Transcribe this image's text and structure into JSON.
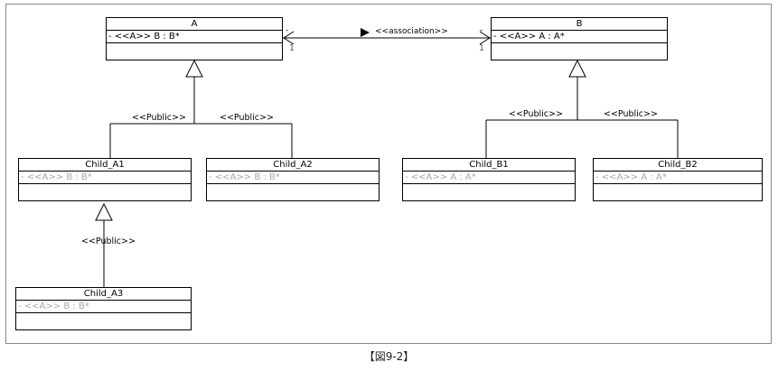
{
  "classes": {
    "a": {
      "name": "A",
      "attr": "- <<A>> B : B*"
    },
    "b": {
      "name": "B",
      "attr": "- <<A>> A : A*"
    },
    "ca1": {
      "name": "Child_A1",
      "attr": "- <<A>> B : B*"
    },
    "ca2": {
      "name": "Child_A2",
      "attr": "- <<A>> B : B*"
    },
    "ca3": {
      "name": "Child_A3",
      "attr": "- <<A>> B : B*"
    },
    "cb1": {
      "name": "Child_B1",
      "attr": "- <<A>> A : A*"
    },
    "cb2": {
      "name": "Child_B2",
      "attr": "- <<A>> A : A*"
    }
  },
  "association": {
    "label": "<<association>>",
    "mult_a": "1",
    "mult_b": "1",
    "role_a": "-",
    "role_b": "-"
  },
  "generalizations": {
    "ca1": "<<Public>>",
    "ca2": "<<Public>>",
    "ca3": "<<Public>>",
    "cb1": "<<Public>>",
    "cb2": "<<Public>>"
  },
  "caption": "【図9-2】"
}
